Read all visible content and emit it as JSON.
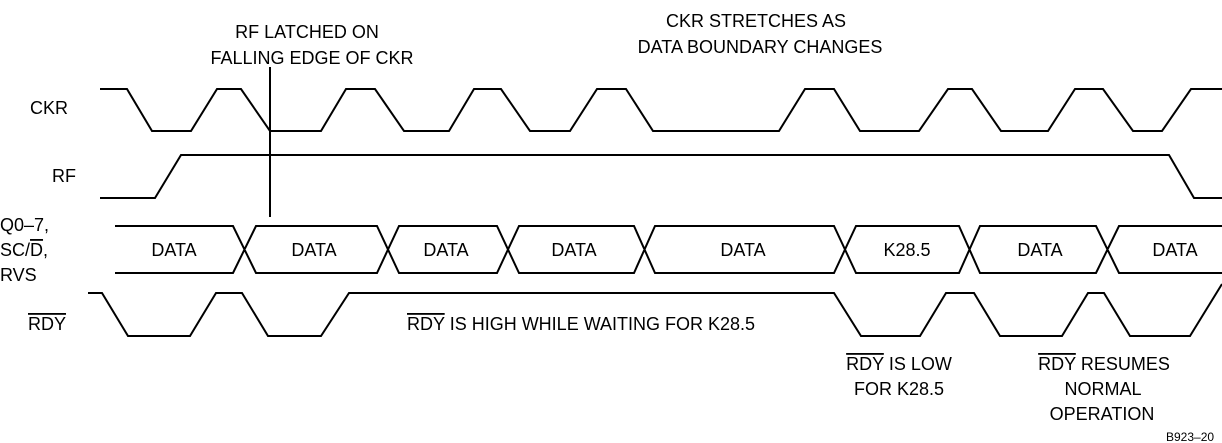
{
  "annotations": {
    "rf_latched_line1": "RF LATCHED ON",
    "rf_latched_line2": "FALLING EDGE OF CKR",
    "ckr_stretch_line1": "CKR STRETCHES AS",
    "ckr_stretch_line2": "DATA BOUNDARY CHANGES",
    "rdy_high_prefix": "RDY",
    "rdy_high_suffix": " IS HIGH WHILE WAITING FOR K28.5",
    "rdy_low_prefix": "RDY",
    "rdy_low_suffix": " IS LOW",
    "rdy_low_line2": "FOR K28.5",
    "rdy_resumes_prefix": "RDY",
    "rdy_resumes_suffix": " RESUMES",
    "rdy_resumes_line2": "NORMAL",
    "rdy_resumes_line3": "OPERATION"
  },
  "signals": {
    "ckr": "CKR",
    "rf": "RF",
    "bus_line1": "Q0–7,",
    "bus_line2_prefix": "SC/",
    "bus_line2_over": "D",
    "bus_line2_suffix": ",",
    "bus_line3": "RVS",
    "rdy": "RDY"
  },
  "bus_cells": [
    "DATA",
    "DATA",
    "DATA",
    "DATA",
    "DATA",
    "K28.5",
    "DATA",
    "DATA"
  ],
  "figure_id": "B923–20"
}
